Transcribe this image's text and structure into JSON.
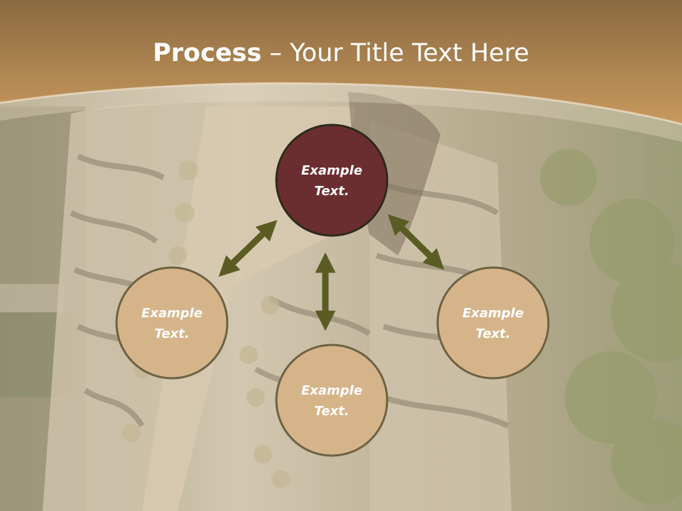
{
  "slide": {
    "title_bold": "Process",
    "title_rest": " – Your Title Text Here"
  },
  "nodes": [
    {
      "id": "top",
      "line1": "Example",
      "line2": "Text.",
      "fill": "#6b2e30",
      "text_color": "#ffffff"
    },
    {
      "id": "left",
      "line1": "Example",
      "line2": "Text.",
      "fill": "#d6b48a",
      "text_color": "#ffffff"
    },
    {
      "id": "bottom",
      "line1": "Example",
      "line2": "Text.",
      "fill": "#d6b48a",
      "text_color": "#ffffff"
    },
    {
      "id": "right",
      "line1": "Example",
      "line2": "Text.",
      "fill": "#d6b48a",
      "text_color": "#ffffff"
    }
  ],
  "colors": {
    "header": "#b38a55",
    "node_outline": "#3a3a1e",
    "arrow": "#5a5c24"
  }
}
